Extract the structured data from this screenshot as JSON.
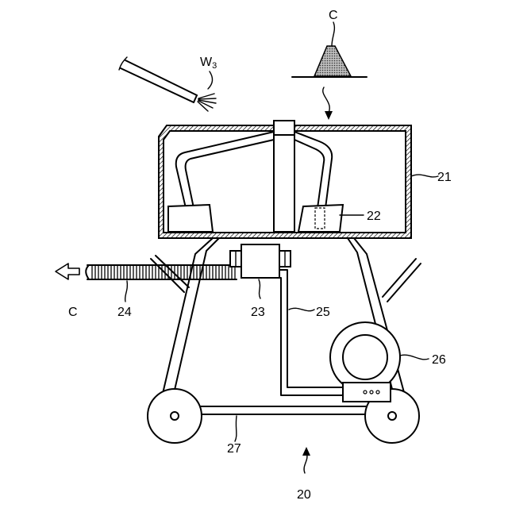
{
  "labels": {
    "material_top": "C",
    "water_main": "W",
    "water_sub": "3",
    "hopper": "21",
    "blades": "22",
    "pump": "23",
    "hose": "24",
    "pipe": "25",
    "reel": "26",
    "frame": "27",
    "machine": "20",
    "material_out": "C"
  },
  "colors": {
    "line": "#000000",
    "background": "#ffffff",
    "material_fill": "#888888"
  }
}
